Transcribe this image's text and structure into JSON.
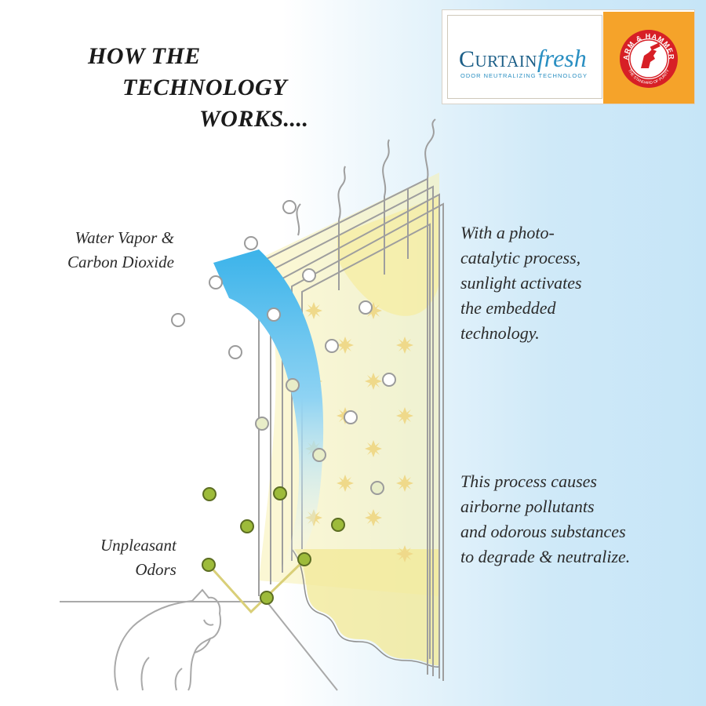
{
  "headline": {
    "line1": "HOW THE",
    "line2": "TECHNOLOGY",
    "line3": "WORKS...."
  },
  "logo": {
    "brand_part1": "Curtain",
    "brand_part2": "fresh",
    "tagline": "ODOR NEUTRALIZING TECHNOLOGY",
    "seal_text": "ARM & HAMMER",
    "seal_subtext": "THE STANDARD OF PURITY",
    "accent_color": "#f5a32a",
    "brand_color": "#1b5e87"
  },
  "labels": {
    "vapor_line1": "Water Vapor &",
    "vapor_line2": "Carbon Dioxide",
    "odor_line1": "Unpleasant",
    "odor_line2": "Odors"
  },
  "descriptions": {
    "photo": [
      "With a photo-",
      "catalytic process,",
      "sunlight activates",
      "the embedded",
      "technology."
    ],
    "process": [
      "This process causes",
      "airborne pollutants",
      "and odorous substances",
      "to degrade & neutralize."
    ]
  },
  "colors": {
    "sun_yellow": "#f8f1b0",
    "sparkle": "#efd98a",
    "arrow_blue": "#3bb3ea",
    "odor_green": "#9dbb3a",
    "line_gray": "#a9a9a9"
  },
  "icons": {
    "cat": "cat-icon",
    "window": "window-icon",
    "arrow": "transform-arrow-icon"
  }
}
